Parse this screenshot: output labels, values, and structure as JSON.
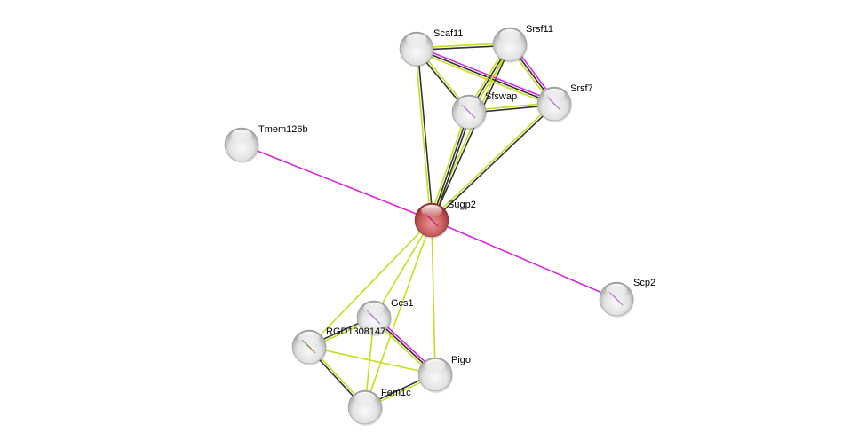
{
  "network": {
    "type": "protein-interaction-network",
    "edge_colors": {
      "textmining": "#c6dd1e",
      "coexpression": "#333333",
      "experiments": "#dd22dd"
    },
    "nodes": [
      {
        "id": "Sugp2",
        "label": "Sugp2",
        "query": true,
        "structure": "magenta"
      },
      {
        "id": "Scaf11",
        "label": "Scaf11",
        "query": false,
        "structure": null
      },
      {
        "id": "Srsf11",
        "label": "Srsf11",
        "query": false,
        "structure": null
      },
      {
        "id": "Srsf7",
        "label": "Srsf7",
        "query": false,
        "structure": "lilac"
      },
      {
        "id": "Sfswap",
        "label": "Sfswap",
        "query": false,
        "structure": "lilac"
      },
      {
        "id": "Tmem126b",
        "label": "Tmem126b",
        "query": false,
        "structure": null
      },
      {
        "id": "Scp2",
        "label": "Scp2",
        "query": false,
        "structure": "lilac"
      },
      {
        "id": "Gcs1",
        "label": "Gcs1",
        "query": false,
        "structure": "lilac"
      },
      {
        "id": "RGD1308147",
        "label": "RGD1308147",
        "query": false,
        "structure": "rainbow"
      },
      {
        "id": "Pigo",
        "label": "Pigo",
        "query": false,
        "structure": null
      },
      {
        "id": "Fem1c",
        "label": "Fem1c",
        "query": false,
        "structure": null
      }
    ],
    "edges": [
      {
        "a": "Sugp2",
        "b": "Tmem126b",
        "types": [
          "experiments"
        ]
      },
      {
        "a": "Sugp2",
        "b": "Scp2",
        "types": [
          "experiments"
        ]
      },
      {
        "a": "Sugp2",
        "b": "Scaf11",
        "types": [
          "textmining",
          "coexpression"
        ]
      },
      {
        "a": "Sugp2",
        "b": "Srsf11",
        "types": [
          "textmining",
          "coexpression"
        ]
      },
      {
        "a": "Sugp2",
        "b": "Sfswap",
        "types": [
          "textmining",
          "coexpression",
          "coexpression"
        ]
      },
      {
        "a": "Sugp2",
        "b": "Srsf7",
        "types": [
          "textmining",
          "coexpression"
        ]
      },
      {
        "a": "Sugp2",
        "b": "Gcs1",
        "types": [
          "textmining"
        ]
      },
      {
        "a": "Sugp2",
        "b": "RGD1308147",
        "types": [
          "textmining"
        ]
      },
      {
        "a": "Sugp2",
        "b": "Pigo",
        "types": [
          "textmining"
        ]
      },
      {
        "a": "Sugp2",
        "b": "Fem1c",
        "types": [
          "textmining"
        ]
      },
      {
        "a": "Scaf11",
        "b": "Srsf11",
        "types": [
          "textmining",
          "coexpression"
        ]
      },
      {
        "a": "Scaf11",
        "b": "Srsf7",
        "types": [
          "experiments",
          "coexpression",
          "textmining"
        ]
      },
      {
        "a": "Scaf11",
        "b": "Sfswap",
        "types": [
          "textmining",
          "coexpression"
        ]
      },
      {
        "a": "Srsf11",
        "b": "Srsf7",
        "types": [
          "experiments",
          "coexpression",
          "textmining"
        ]
      },
      {
        "a": "Srsf11",
        "b": "Sfswap",
        "types": [
          "textmining",
          "coexpression",
          "textmining"
        ]
      },
      {
        "a": "Sfswap",
        "b": "Srsf7",
        "types": [
          "textmining",
          "coexpression"
        ]
      },
      {
        "a": "Gcs1",
        "b": "RGD1308147",
        "types": [
          "textmining",
          "coexpression"
        ]
      },
      {
        "a": "Gcs1",
        "b": "Pigo",
        "types": [
          "experiments",
          "coexpression",
          "textmining"
        ]
      },
      {
        "a": "Gcs1",
        "b": "Fem1c",
        "types": [
          "textmining"
        ]
      },
      {
        "a": "RGD1308147",
        "b": "Pigo",
        "types": [
          "textmining"
        ]
      },
      {
        "a": "RGD1308147",
        "b": "Fem1c",
        "types": [
          "textmining",
          "coexpression"
        ]
      },
      {
        "a": "Pigo",
        "b": "Fem1c",
        "types": [
          "textmining",
          "coexpression"
        ]
      }
    ]
  }
}
